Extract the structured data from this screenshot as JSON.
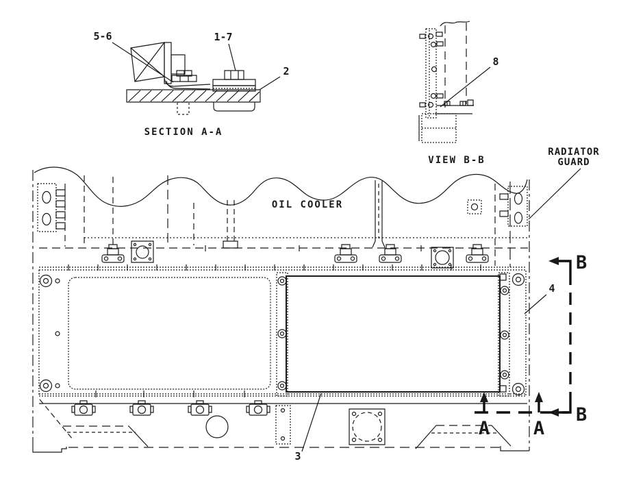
{
  "colors": {
    "ink": "#1a1a1a",
    "background": "#ffffff"
  },
  "details": {
    "section_aa": {
      "caption": "SECTION A-A",
      "labels": {
        "bolt_pair": "5-6",
        "bolt_range": "1-7",
        "spacer": "2"
      }
    },
    "view_bb": {
      "caption": "VIEW B-B",
      "labels": {
        "mount": "8"
      }
    }
  },
  "main_view": {
    "annotations": {
      "oil_cooler": "OIL COOLER",
      "radiator_guard_line1": "RADIATOR",
      "radiator_guard_line2": "GUARD"
    },
    "part_labels": {
      "panel": "3",
      "frame_strip": "4"
    },
    "section_markers": {
      "a": "A",
      "b": "B"
    }
  }
}
